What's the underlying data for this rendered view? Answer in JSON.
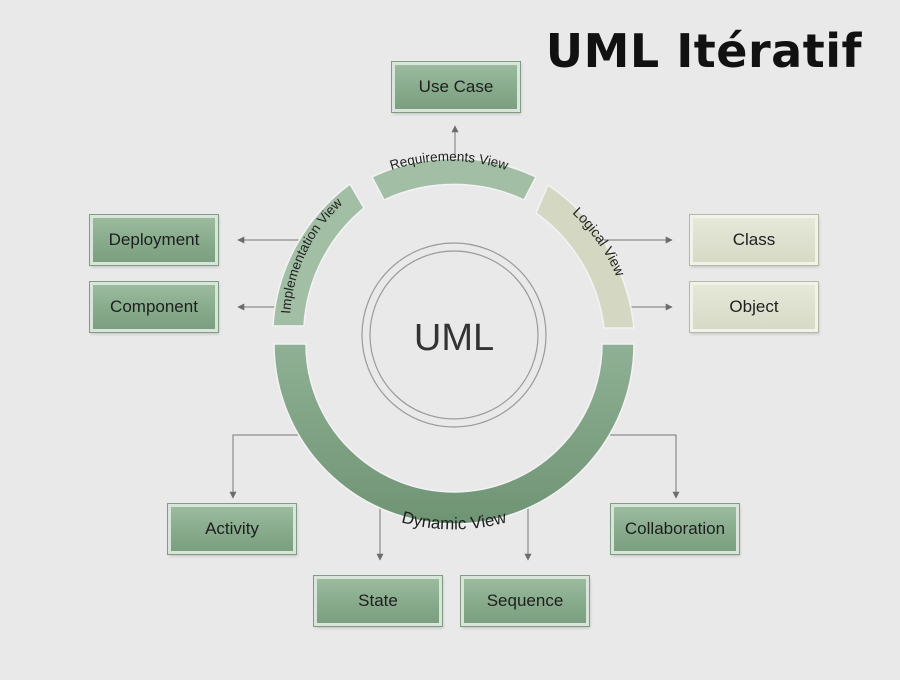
{
  "title": "UML Itératif",
  "center_label": "UML",
  "views": {
    "requirements": "Requirements View",
    "logical": "Logical View",
    "implementation": "Implementation View",
    "dynamic": "Dynamic View"
  },
  "boxes": {
    "use_case": "Use Case",
    "deployment": "Deployment",
    "component": "Component",
    "class": "Class",
    "object": "Object",
    "activity": "Activity",
    "state": "State",
    "sequence": "Sequence",
    "collaboration": "Collaboration"
  },
  "colors": {
    "requirements_arc": "#a2bfa6",
    "logical_arc": "#d4d8c2",
    "implementation_arc": "#a2bfa6",
    "dynamic_arc": "#7b9e80",
    "box_green": "#8aac8e",
    "box_light": "#dcdfcc"
  }
}
